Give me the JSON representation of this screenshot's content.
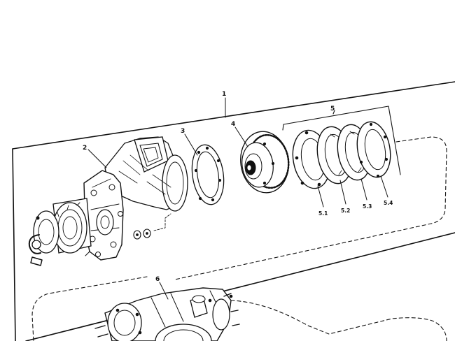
{
  "callouts": {
    "c1": "1",
    "c2": "2",
    "c3": "3",
    "c4": "4",
    "c5": "5",
    "c6": "6",
    "c51": "5.1",
    "c52": "5.2",
    "c53": "5.3",
    "c54": "5.4"
  }
}
